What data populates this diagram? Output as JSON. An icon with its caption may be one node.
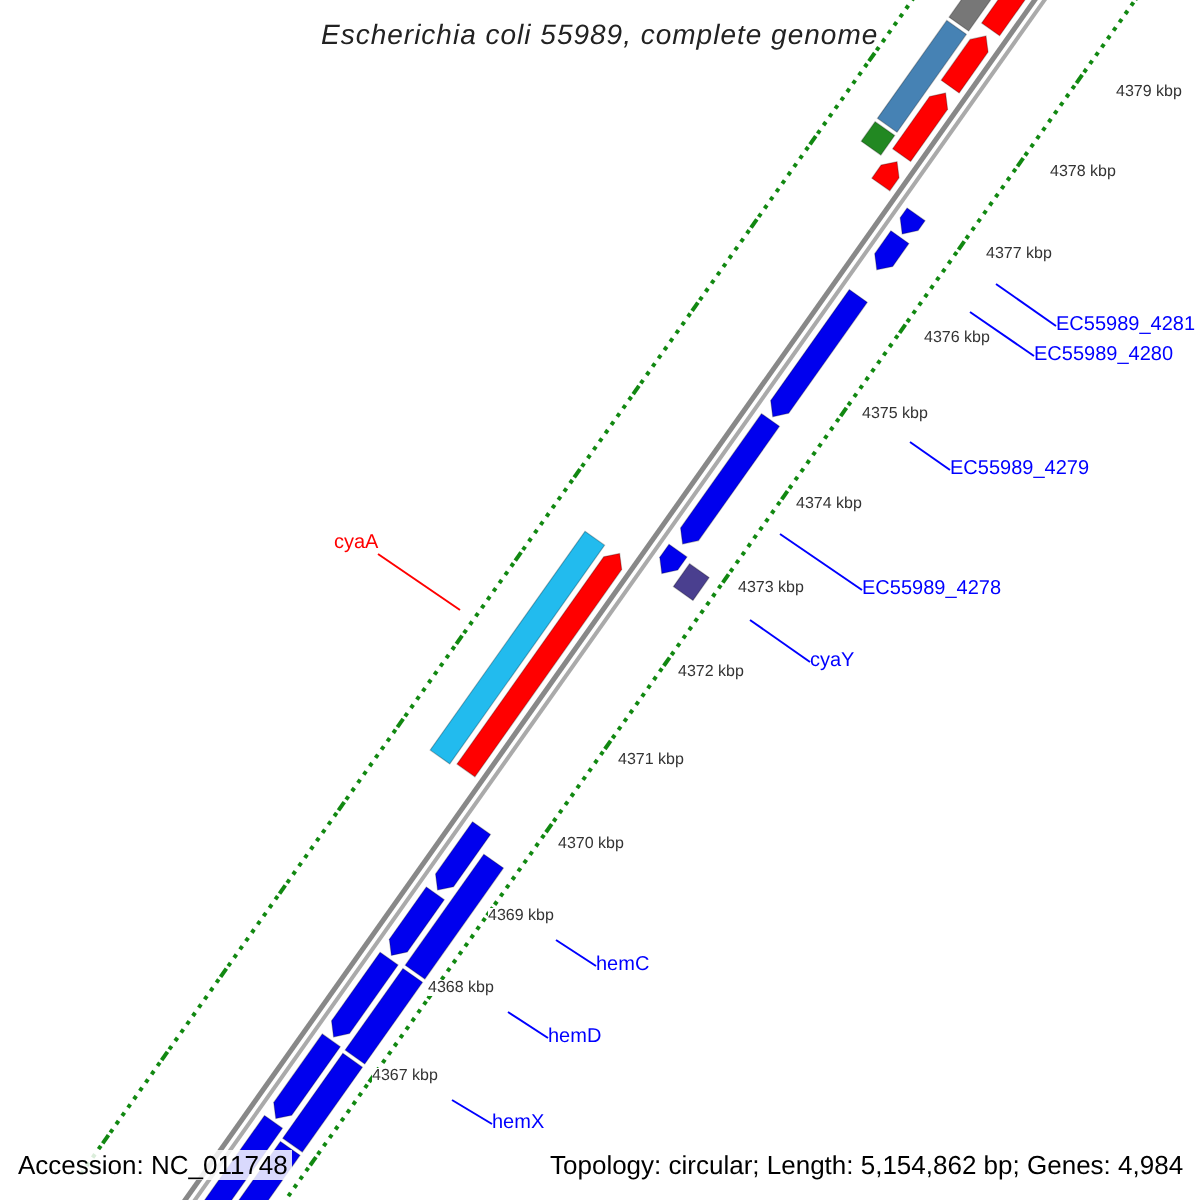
{
  "diagram": {
    "title": "Escherichia coli 55989, complete genome",
    "nodes": [
      {
        "text": [
          "EC55989_4281"
        ]
      },
      {
        "text": [
          "EC55989_4280"
        ]
      },
      {
        "text": [
          "EC55989_4279"
        ]
      },
      {
        "text": [
          "cyaA"
        ]
      },
      {
        "text": [
          "EC55989_4278"
        ]
      },
      {
        "text": [
          "cyaY"
        ]
      },
      {
        "text": [
          "hemC"
        ]
      },
      {
        "text": [
          "hemD"
        ]
      },
      {
        "text": [
          "hemX"
        ]
      }
    ],
    "edges": [
      {
        "from": 0,
        "to": null,
        "arrow": "none"
      },
      {
        "from": 1,
        "to": null,
        "arrow": "none"
      },
      {
        "from": 2,
        "to": null,
        "arrow": "none"
      },
      {
        "from": 3,
        "to": null,
        "arrow": "none",
        "color": "#ff0000"
      },
      {
        "from": 4,
        "to": null,
        "arrow": "none"
      },
      {
        "from": 5,
        "to": null,
        "arrow": "none"
      },
      {
        "from": 6,
        "to": null,
        "arrow": "none"
      },
      {
        "from": 7,
        "to": null,
        "arrow": "none"
      },
      {
        "from": 8,
        "to": null,
        "arrow": "none"
      }
    ],
    "labels": [
      "4379 kbp",
      "4378 kbp",
      "4377 kbp",
      "4376 kbp",
      "4375 kbp",
      "4374 kbp",
      "4373 kbp",
      "4372 kbp",
      "4371 kbp",
      "4370 kbp",
      "4369 kbp",
      "4368 kbp",
      "4367 kbp",
      "Accession: NC_011748",
      "Topology: circular; Length: 5,154,862 bp; Genes: 4,984"
    ]
  }
}
